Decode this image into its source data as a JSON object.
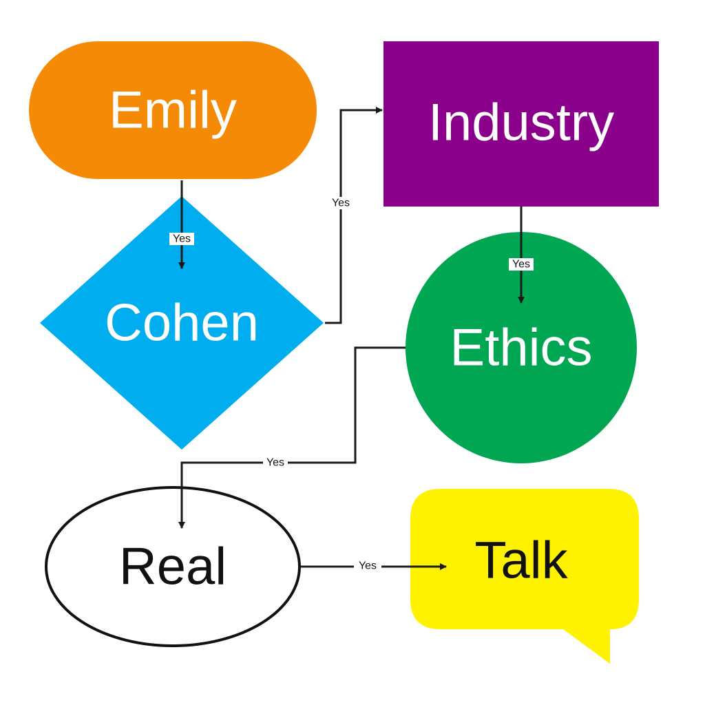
{
  "nodes": {
    "emily": {
      "label": "Emily",
      "shape": "stadium",
      "fill": "#f58a07",
      "text_color": "#ffffff"
    },
    "industry": {
      "label": "Industry",
      "shape": "rectangle",
      "fill": "#8b008b",
      "text_color": "#ffffff"
    },
    "cohen": {
      "label": "Cohen",
      "shape": "diamond",
      "fill": "#00adef",
      "text_color": "#ffffff"
    },
    "ethics": {
      "label": "Ethics",
      "shape": "circle",
      "fill": "#00a651",
      "text_color": "#ffffff"
    },
    "real": {
      "label": "Real",
      "shape": "ellipse",
      "fill": "#ffffff",
      "text_color": "#111111"
    },
    "talk": {
      "label": "Talk",
      "shape": "speech-bubble",
      "fill": "#fff200",
      "text_color": "#111111"
    }
  },
  "edges": {
    "emily_cohen": {
      "from": "Emily",
      "to": "Cohen",
      "label": "Yes"
    },
    "cohen_industry": {
      "from": "Cohen",
      "to": "Industry",
      "label": "Yes"
    },
    "industry_ethics": {
      "from": "Industry",
      "to": "Ethics",
      "label": "Yes"
    },
    "ethics_real": {
      "from": "Ethics",
      "to": "Real",
      "label": "Yes"
    },
    "real_talk": {
      "from": "Real",
      "to": "Talk",
      "label": "Yes"
    }
  },
  "colors": {
    "edge": "#1a1a1a",
    "background": "#ffffff"
  }
}
